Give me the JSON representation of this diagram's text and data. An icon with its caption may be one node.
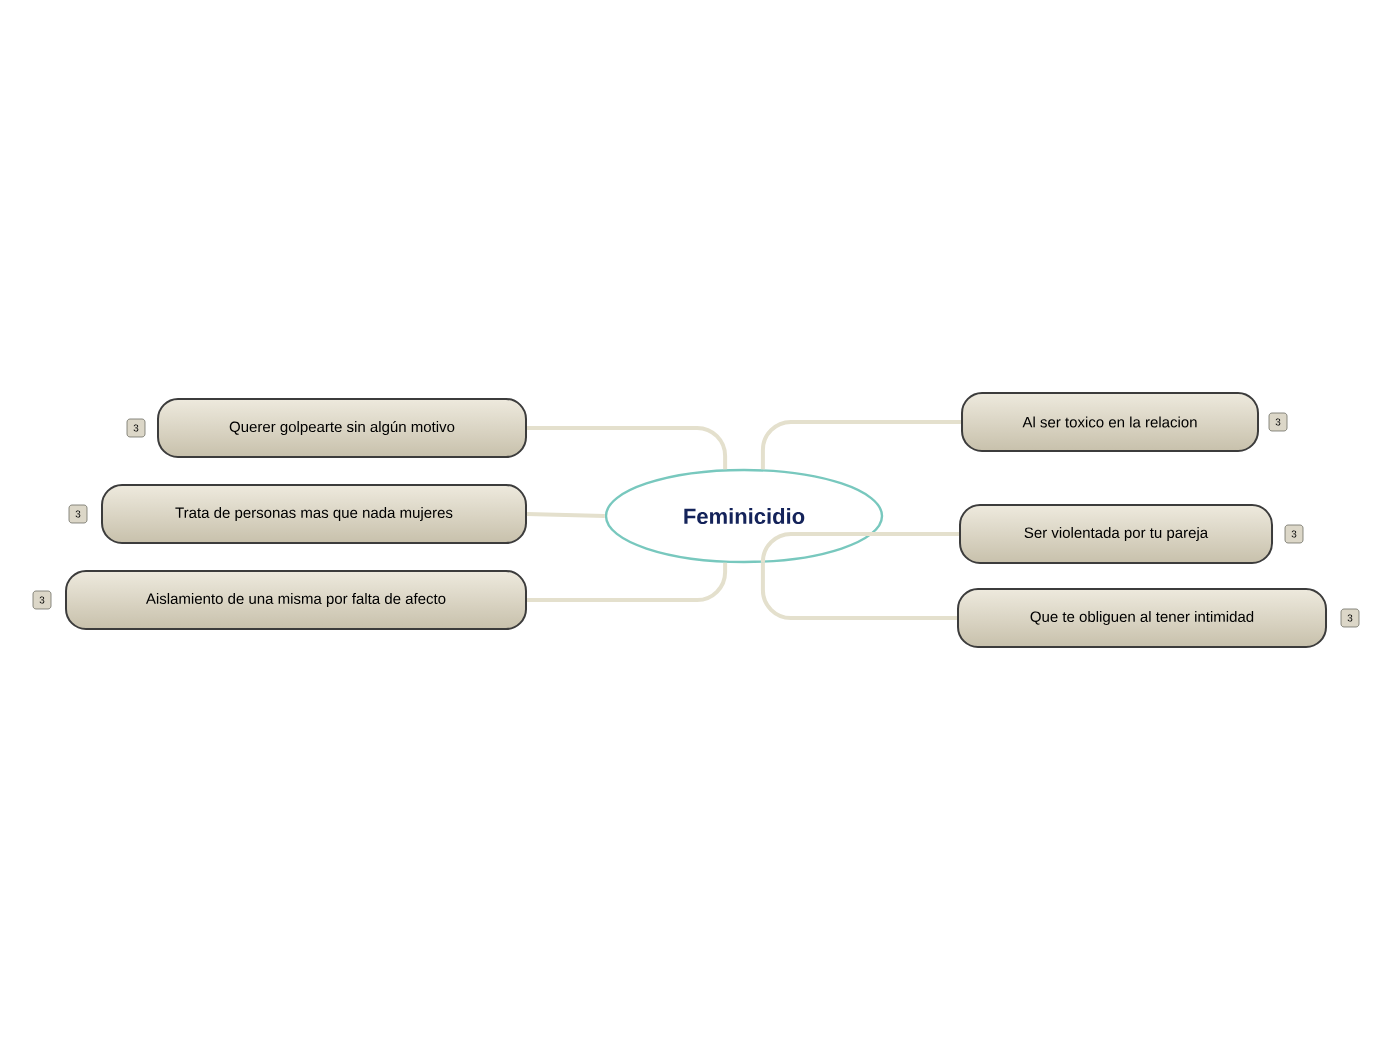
{
  "diagram": {
    "nodes": [
      {
        "text": [
          "Feminicidio"
        ]
      },
      {
        "text": [
          "Querer golpearte sin algún motivo"
        ],
        "beside": [
          "3"
        ]
      },
      {
        "text": [
          "Trata de personas mas que nada mujeres"
        ],
        "beside": [
          "3"
        ]
      },
      {
        "text": [
          "Aislamiento de una misma por falta de afecto"
        ],
        "beside": [
          "3"
        ]
      },
      {
        "text": [
          "Al ser toxico en la relacion"
        ],
        "beside": [
          "3"
        ]
      },
      {
        "text": [
          "Ser violentada por tu pareja"
        ],
        "beside": [
          "3"
        ]
      },
      {
        "text": [
          "Que te obliguen al tener intimidad"
        ],
        "beside": [
          "3"
        ]
      }
    ],
    "edges": [
      {
        "from": 0,
        "to": 1,
        "arrow": "none"
      },
      {
        "from": 0,
        "to": 2,
        "arrow": "none"
      },
      {
        "from": 0,
        "to": 3,
        "arrow": "none"
      },
      {
        "from": 0,
        "to": 4,
        "arrow": "none"
      },
      {
        "from": 0,
        "to": 5,
        "arrow": "none"
      },
      {
        "from": 0,
        "to": 6,
        "arrow": "none"
      }
    ]
  }
}
